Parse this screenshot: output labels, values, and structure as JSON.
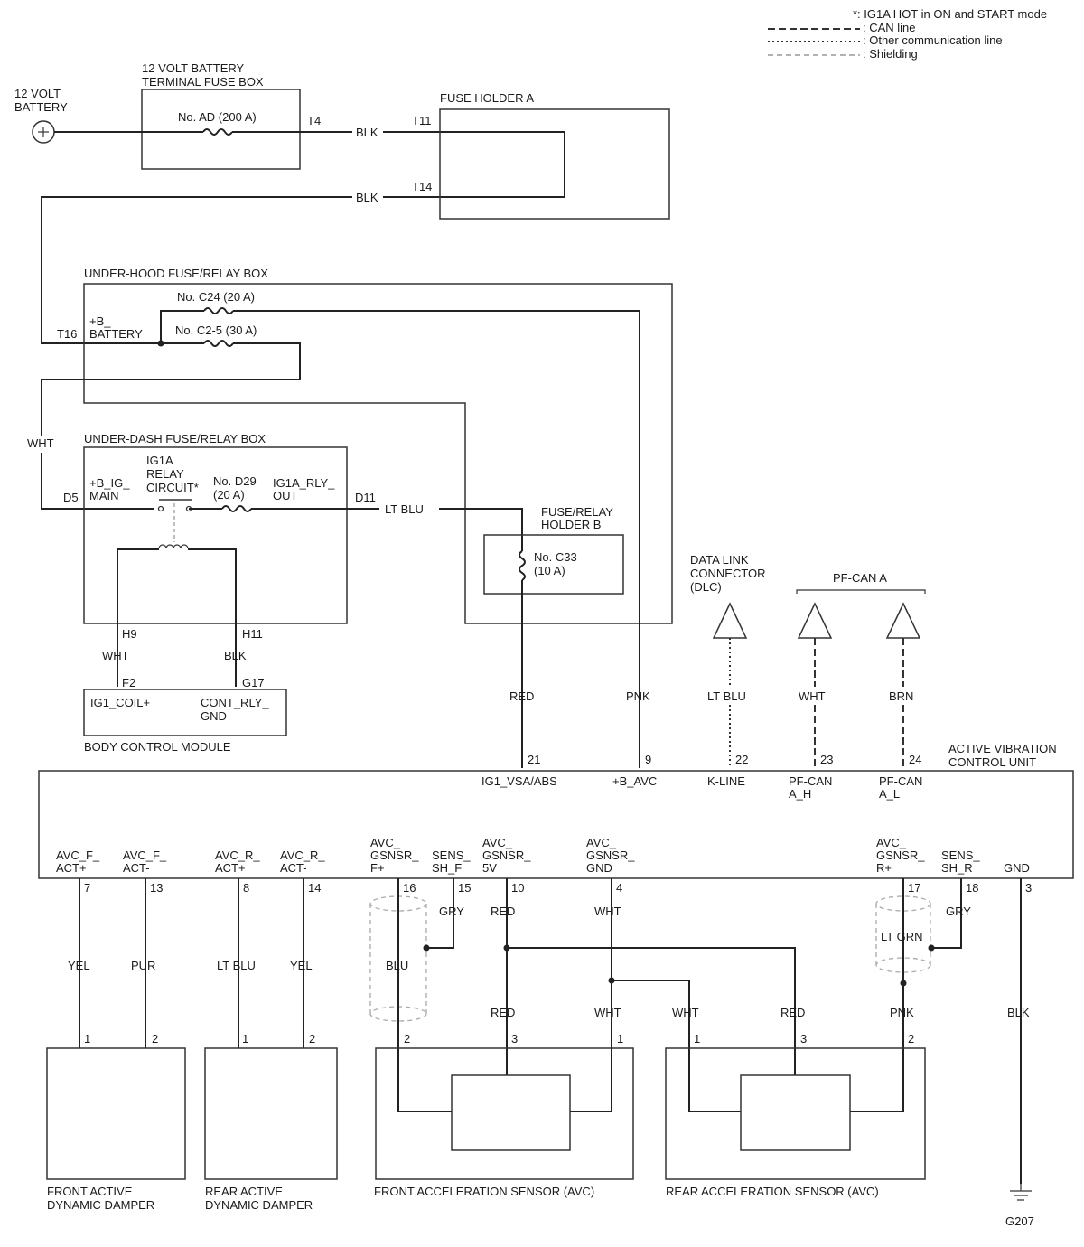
{
  "legend": {
    "note": "*: IG1A HOT in ON and START mode",
    "can": ": CAN line",
    "other": ": Other communication line",
    "shield": ": Shielding"
  },
  "battery": {
    "l1": "12 VOLT",
    "l2": "BATTERY"
  },
  "tfb": {
    "l1": "12 VOLT BATTERY",
    "l2": "TERMINAL FUSE BOX",
    "fuse": "No. AD (200 A)",
    "t4": "T4"
  },
  "fha": {
    "title": "FUSE HOLDER A",
    "t11": "T11",
    "t14": "T14"
  },
  "uh": {
    "title": "UNDER-HOOD FUSE/RELAY BOX",
    "c24": "No. C24 (20 A)",
    "c25": "No. C2-5 (30 A)",
    "bb1": "+B_",
    "bb2": "BATTERY",
    "t16": "T16"
  },
  "ud": {
    "title": "UNDER-DASH FUSE/RELAY BOX",
    "bigmain1": "+B_IG_",
    "bigmain2": "MAIN",
    "relay1": "IG1A",
    "relay2": "RELAY",
    "relay3": "CIRCUIT*",
    "d29a": "No. D29",
    "d29b": "(20 A)",
    "ig1a1": "IG1A_RLY_",
    "ig1a2": "OUT",
    "d5": "D5",
    "d11": "D11",
    "h9": "H9",
    "h11": "H11"
  },
  "frhb": {
    "t1": "FUSE/RELAY",
    "t2": "HOLDER B",
    "c33": "No. C33",
    "c33a": "(10 A)"
  },
  "bcm": {
    "title": "BODY CONTROL MODULE",
    "f2": "F2",
    "g17": "G17",
    "coil": "IG1_COIL+",
    "cont1": "CONT_RLY_",
    "cont2": "GND"
  },
  "dlc": {
    "l1": "DATA LINK",
    "l2": "CONNECTOR",
    "l3": "(DLC)"
  },
  "pfcan": "PF-CAN A",
  "wires": {
    "blk": "BLK",
    "wht": "WHT",
    "ltblu": "LT BLU",
    "red": "RED",
    "pnk": "PNK",
    "brn": "BRN",
    "yel": "YEL",
    "pur": "PUR",
    "gry": "GRY",
    "blu": "BLU",
    "ltgrn": "LT GRN"
  },
  "avc": {
    "title1": "ACTIVE VIBRATION",
    "title2": "CONTROL UNIT",
    "top_pins": [
      {
        "num": "21",
        "name": [
          "IG1_VSA/ABS"
        ]
      },
      {
        "num": "9",
        "name": [
          "+B_AVC"
        ]
      },
      {
        "num": "22",
        "name": [
          "K-LINE"
        ]
      },
      {
        "num": "23",
        "name": [
          "PF-CAN",
          "A_H"
        ]
      },
      {
        "num": "24",
        "name": [
          "PF-CAN",
          "A_L"
        ]
      }
    ],
    "bot_pins": [
      {
        "num": "7",
        "name": [
          "AVC_F_",
          "ACT+"
        ]
      },
      {
        "num": "13",
        "name": [
          "AVC_F_",
          "ACT-"
        ]
      },
      {
        "num": "8",
        "name": [
          "AVC_R_",
          "ACT+"
        ]
      },
      {
        "num": "14",
        "name": [
          "AVC_R_",
          "ACT-"
        ]
      },
      {
        "num": "16",
        "name": [
          "AVC_",
          "GSNSR_",
          "F+"
        ]
      },
      {
        "num": "15",
        "name": [
          "SENS_",
          "SH_F"
        ]
      },
      {
        "num": "10",
        "name": [
          "AVC_",
          "GSNSR_",
          "5V"
        ]
      },
      {
        "num": "4",
        "name": [
          "AVC_",
          "GSNSR_",
          "GND"
        ]
      },
      {
        "num": "17",
        "name": [
          "AVC_",
          "GSNSR_",
          "R+"
        ]
      },
      {
        "num": "18",
        "name": [
          "SENS_",
          "SH_R"
        ]
      },
      {
        "num": "3",
        "name": [
          "GND"
        ]
      }
    ]
  },
  "devices": {
    "fad": {
      "l1": "FRONT ACTIVE",
      "l2": "DYNAMIC DAMPER",
      "p1": "1",
      "p2": "2"
    },
    "rad": {
      "l1": "REAR ACTIVE",
      "l2": "DYNAMIC DAMPER",
      "p1": "1",
      "p2": "2"
    },
    "fas": {
      "title": "FRONT ACCELERATION SENSOR (AVC)",
      "p2": "2",
      "p3": "3",
      "p1": "1"
    },
    "ras": {
      "title": "REAR ACCELERATION SENSOR (AVC)",
      "p1": "1",
      "p3": "3",
      "p2": "2"
    }
  },
  "ground": "G207"
}
